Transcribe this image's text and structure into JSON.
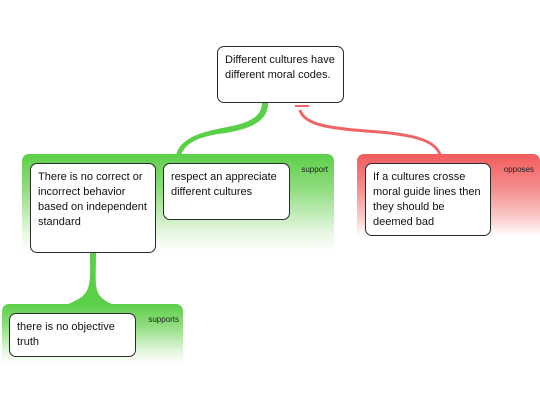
{
  "claim": {
    "text": "Different cultures have different moral codes."
  },
  "support_group": {
    "label": "support",
    "reasons": [
      {
        "text": "There is no correct or incorrect behavior based on independent standard"
      },
      {
        "text": "respect an appreciate different cultures"
      }
    ]
  },
  "oppose_group": {
    "label": "opposes",
    "reasons": [
      {
        "text": "If a cultures crosse moral guide lines then they should be deemed bad"
      }
    ]
  },
  "sub_support_group": {
    "label": "supports",
    "reasons": [
      {
        "text": "there is no objective truth"
      }
    ]
  },
  "colors": {
    "support": "#5ccf48",
    "oppose": "#f25c5c",
    "border": "#2b2b2b"
  }
}
